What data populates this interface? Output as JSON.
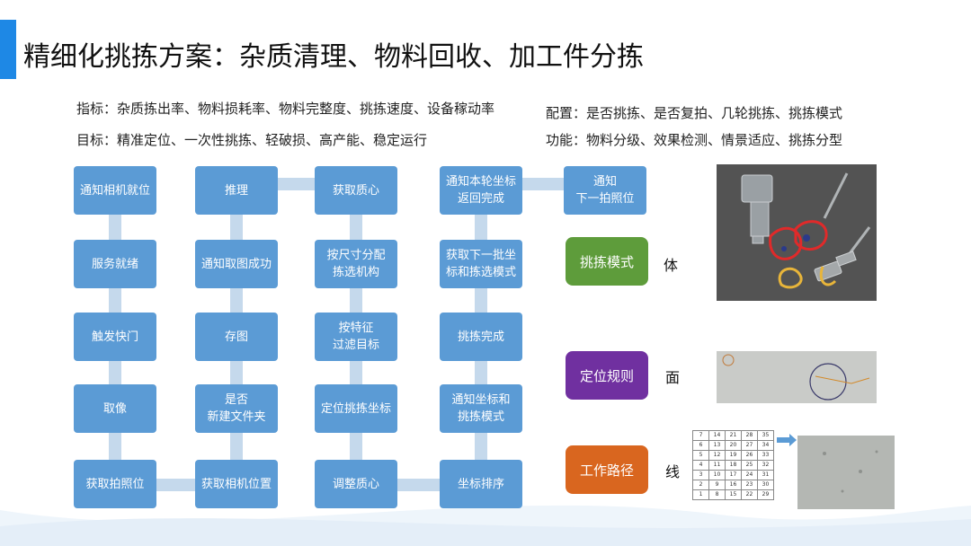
{
  "title": "精细化挑拣方案：杂质清理、物料回收、加工件分拣",
  "indicators": "指标：杂质拣出率、物料损耗率、物料完整度、挑拣速度、设备稼动率",
  "goals": "目标：精准定位、一次性挑拣、轻破损、高产能、稳定运行",
  "config": "配置：是否挑拣、是否复拍、几轮挑拣、挑拣模式",
  "functions": "功能：物料分级、效果检测、情景适应、挑拣分型",
  "flow": {
    "col1": [
      "通知相机就位",
      "服务就绪",
      "触发快门",
      "取像",
      "获取拍照位"
    ],
    "col2": [
      "推理",
      "通知取图成功",
      "存图",
      "是否\n新建文件夹",
      "获取相机位置"
    ],
    "col3": [
      "获取质心",
      "按尺寸分配\n拣选机构",
      "按特征\n过滤目标",
      "定位挑拣坐标",
      "调整质心"
    ],
    "col4": [
      "通知本轮坐标\n返回完成",
      "获取下一批坐\n标和拣选模式",
      "挑拣完成",
      "通知坐标和\n挑拣模式",
      "坐标排序"
    ],
    "col5": [
      "通知\n下一拍照位"
    ]
  },
  "modes": [
    {
      "label": "挑拣模式",
      "dim": "体",
      "color": "#5e9c3b"
    },
    {
      "label": "定位规则",
      "dim": "面",
      "color": "#7030a0"
    },
    {
      "label": "工作路径",
      "dim": "线",
      "color": "#d9661f"
    }
  ],
  "path_grid": [
    [
      "7",
      "14",
      "21",
      "28",
      "35"
    ],
    [
      "6",
      "13",
      "20",
      "27",
      "34"
    ],
    [
      "5",
      "12",
      "19",
      "26",
      "33"
    ],
    [
      "4",
      "11",
      "18",
      "25",
      "32"
    ],
    [
      "3",
      "10",
      "17",
      "24",
      "31"
    ],
    [
      "2",
      "9",
      "16",
      "23",
      "30"
    ],
    [
      "1",
      "8",
      "15",
      "22",
      "29"
    ]
  ]
}
